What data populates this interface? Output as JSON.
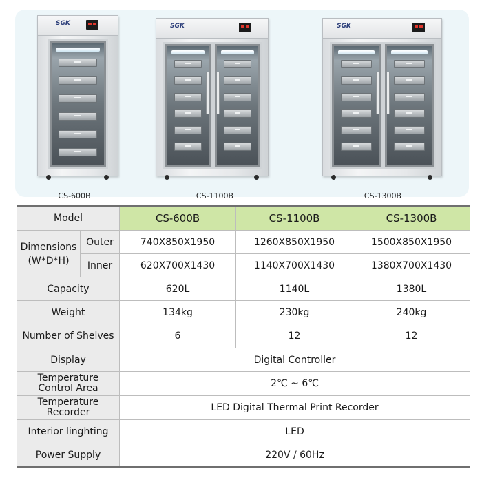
{
  "products": [
    {
      "model": "CS-600B",
      "logo": "SGK",
      "doors": 1
    },
    {
      "model": "CS-1100B",
      "logo": "SGK",
      "doors": 2
    },
    {
      "model": "CS-1300B",
      "logo": "SGK",
      "doors": 2
    }
  ],
  "spec_table": {
    "header_label": "Model",
    "models": [
      "CS-600B",
      "CS-1100B",
      "CS-1300B"
    ],
    "dimensions_label_line1": "Dimensions",
    "dimensions_label_line2": "(W*D*H)",
    "outer_label": "Outer",
    "inner_label": "Inner",
    "outer": [
      "740X850X1950",
      "1260X850X1950",
      "1500X850X1950"
    ],
    "inner": [
      "620X700X1430",
      "1140X700X1430",
      "1380X700X1430"
    ],
    "capacity_label": "Capacity",
    "capacity": [
      "620L",
      "1140L",
      "1380L"
    ],
    "weight_label": "Weight",
    "weight": [
      "134kg",
      "230kg",
      "240kg"
    ],
    "shelves_label": "Number of Shelves",
    "shelves": [
      "6",
      "12",
      "12"
    ],
    "display_label": "Display",
    "display": "Digital Controller",
    "temp_control_label_line1": "Temperature",
    "temp_control_label_line2": "Control Area",
    "temp_control": "2℃ ~ 6℃",
    "temp_recorder_label_line1": "Temperature",
    "temp_recorder_label_line2": "Recorder",
    "temp_recorder": "LED Digital Thermal Print Recorder",
    "lighting_label": "Interior linghting",
    "lighting": "LED",
    "power_label": "Power Supply",
    "power": "220V / 60Hz"
  },
  "colors": {
    "panel_bg": "#edf6f9",
    "model_header_bg": "#cfe6a6",
    "label_bg": "#ebebeb",
    "border": "#bdbdbd"
  }
}
